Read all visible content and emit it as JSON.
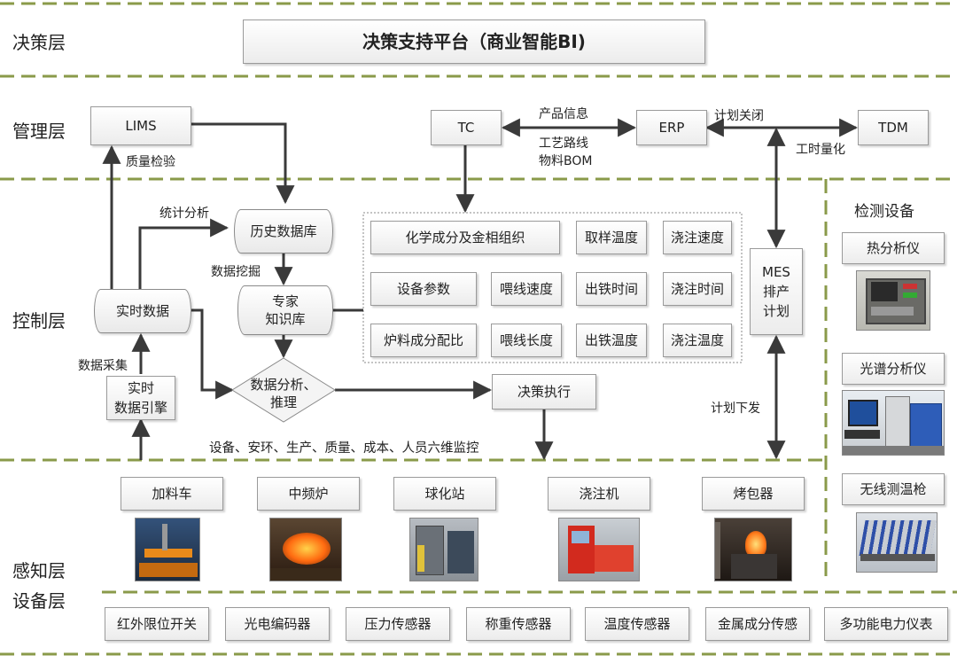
{
  "layers": {
    "decision": "决策层",
    "management": "管理层",
    "control": "控制层",
    "sensing": "感知层",
    "device": "设备层"
  },
  "decision": {
    "title": "决策支持平台（商业智能BI)"
  },
  "management": {
    "lims": "LIMS",
    "tc": "TC",
    "erp": "ERP",
    "tdm": "TDM",
    "tc_erp_top": "产品信息",
    "tc_erp_bottom": "工艺路线\n物料BOM",
    "erp_tdm_top": "计划关闭",
    "erp_tdm_bottom": "工时量化",
    "quality_check": "质量检验"
  },
  "control": {
    "history_db": "历史数据库",
    "expert_kb": "专家\n知识库",
    "realtime_data": "实时数据",
    "realtime_engine": "实时\n数据引擎",
    "analysis": "数据分析、\n推理",
    "execute": "决策执行",
    "mes": "MES\n排产\n计划",
    "stat_analysis": "统计分析",
    "data_mining": "数据挖掘",
    "data_collect": "数据采集",
    "plan_issue": "计划下发",
    "six_dim": "设备、安环、生产、质量、成本、人员六维监控",
    "params": [
      "化学成分及金相组织",
      "取样温度",
      "浇注速度",
      "设备参数",
      "喂线速度",
      "出铁时间",
      "浇注时间",
      "炉料成分配比",
      "喂线长度",
      "出铁温度",
      "浇注温度"
    ]
  },
  "detect": {
    "title": "检测设备",
    "items": [
      "热分析仪",
      "光谱分析仪",
      "无线测温枪"
    ]
  },
  "equipment": [
    "加料车",
    "中频炉",
    "球化站",
    "浇注机",
    "烤包器"
  ],
  "sensors": [
    "红外限位开关",
    "光电编码器",
    "压力传感器",
    "称重传感器",
    "温度传感器",
    "金属成分传感",
    "多功能电力仪表"
  ],
  "colors": {
    "dash": "#8a9a4a",
    "arrow": "#3a3a3a"
  }
}
